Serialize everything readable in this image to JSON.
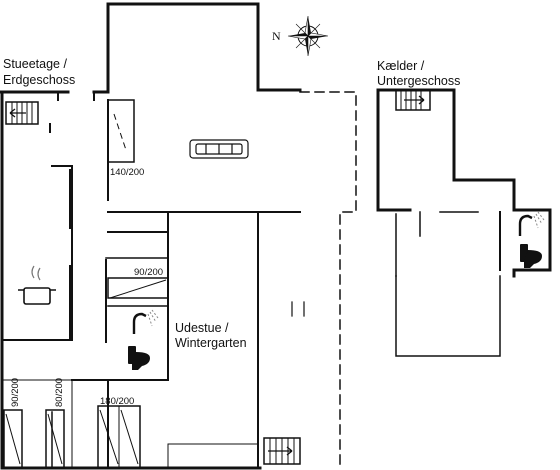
{
  "compass": {
    "north_label": "N"
  },
  "floors": [
    {
      "id": "ground",
      "label_line1": "Stueetage /",
      "label_line2": "Erdgeschoss"
    },
    {
      "id": "basement",
      "label_line1": "Kælder /",
      "label_line2": "Untergeschoss"
    }
  ],
  "rooms": {
    "conservatory": {
      "label_line1": "Udestue /",
      "label_line2": "Wintergarten"
    }
  },
  "bed_dimensions": {
    "bed_top": "140/200",
    "bed_middle": "90/200",
    "bed_bottom_left_1": "90/200",
    "bed_bottom_left_2": "80/200",
    "bed_bottom_double": "180/200"
  },
  "icons": [
    "compass-rose-icon",
    "stairs-icon",
    "sofa-icon",
    "cooking-pot-icon",
    "shower-icon",
    "toilet-icon",
    "bed-icon"
  ],
  "colors": {
    "wall": "#111111",
    "background": "#ffffff"
  }
}
